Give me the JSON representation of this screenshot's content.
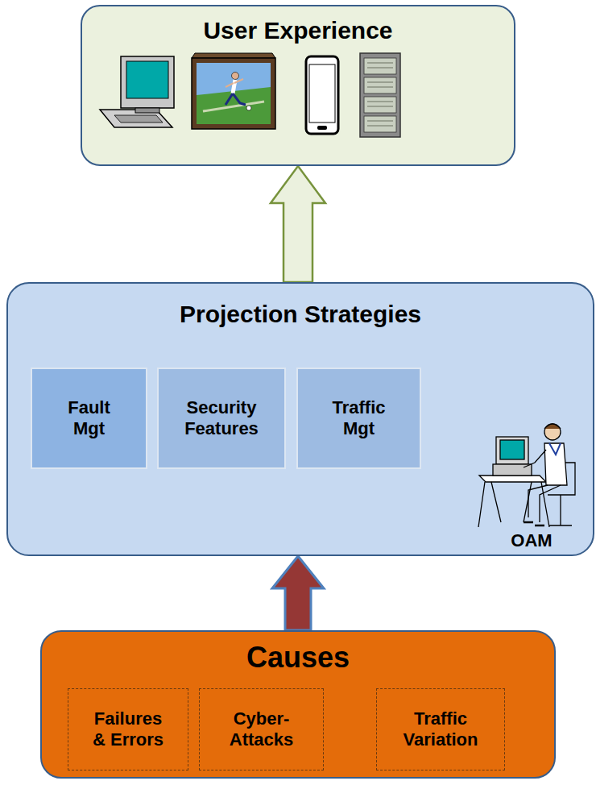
{
  "diagram": {
    "nodes": [
      {
        "text": [
          "User Experience"
        ]
      },
      {
        "text": [
          "Projection Strategies"
        ]
      },
      {
        "text": [
          "Fault Mgt"
        ],
        "in": 1
      },
      {
        "text": [
          "Security Features"
        ],
        "in": 1
      },
      {
        "text": [
          "Traffic Mgt"
        ],
        "in": 1
      },
      {
        "text": [
          "Causes"
        ]
      },
      {
        "text": [
          "Failures & Errors"
        ],
        "in": 5
      },
      {
        "text": [
          "Cyber-Attacks"
        ],
        "in": 5
      },
      {
        "text": [
          "Traffic Variation"
        ],
        "in": 5
      }
    ],
    "edges": [
      {
        "from": 1,
        "to": 0,
        "arrow": "to"
      },
      {
        "from": 5,
        "to": 1,
        "arrow": "to"
      }
    ],
    "labels": [
      "OAM"
    ]
  }
}
